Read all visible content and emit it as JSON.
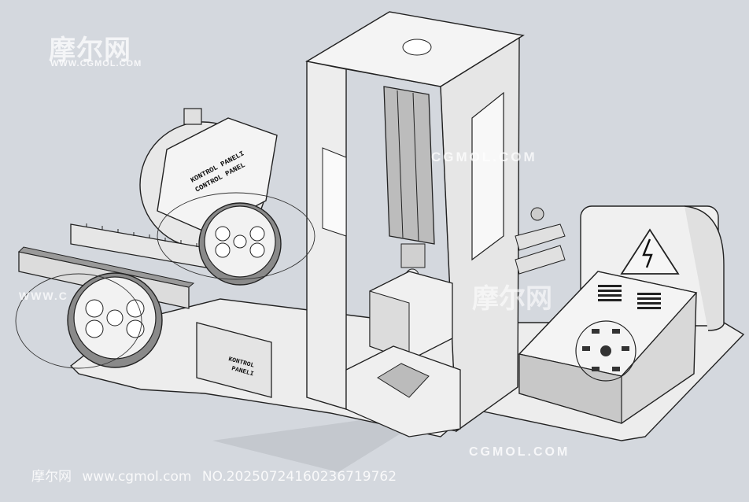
{
  "watermark": {
    "logo_text": "摩尔网",
    "logo_sub": "WWW.CGMOL.COM",
    "center_text": "摩尔网",
    "right_text": "CGMOL.COM",
    "bottom_text": "CGMOL.COM",
    "left_text": "WWW.C"
  },
  "footer": {
    "site_name": "摩尔网",
    "url": "www.cgmol.com",
    "number": "NO.20250724160236719762"
  },
  "panel_labels": {
    "top_line1": "KONTROL PANELI",
    "top_line2": "CONTROL PANEL",
    "bottom_line1": "KONTROL",
    "bottom_line2": "PANELI"
  },
  "colors": {
    "background": "#d4d8de",
    "part_light": "#f2f2f2",
    "part_mid": "#d9d9d9",
    "part_dark": "#9a9a9a",
    "outline": "#1f1f1f"
  }
}
